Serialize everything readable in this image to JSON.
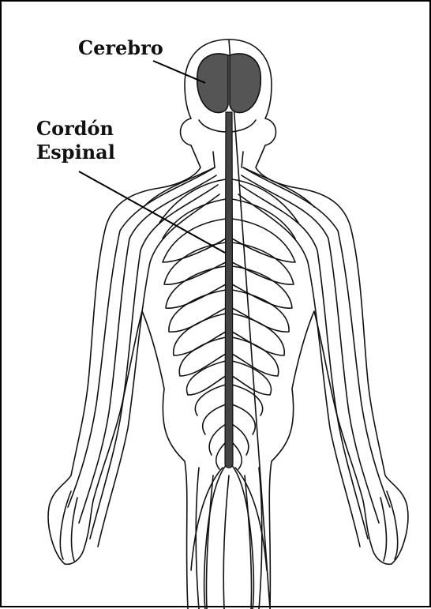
{
  "labels": {
    "brain": "Cerebro",
    "spinal_cord_line1": "Cordón",
    "spinal_cord_line2": "Espinal"
  },
  "colors": {
    "outline": "#111111",
    "brain_fill": "#555555",
    "cord_fill": "#444444",
    "background": "#ffffff"
  }
}
